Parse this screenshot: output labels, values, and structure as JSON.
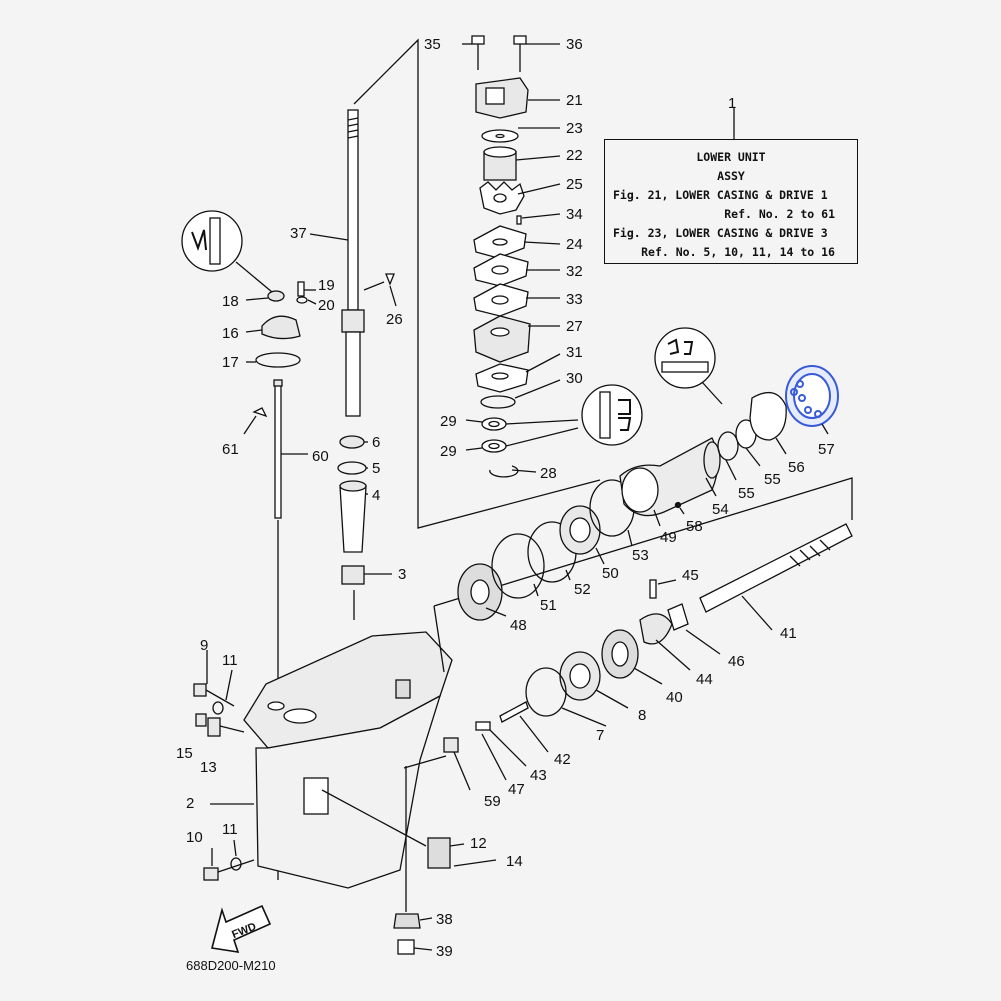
{
  "title_box": {
    "ref": "1",
    "line1": "LOWER UNIT",
    "line2": "ASSY",
    "line3": "Fig. 21, LOWER CASING & DRIVE 1",
    "line4": "Ref. No. 2 to 61",
    "line5": "Fig. 23, LOWER CASING & DRIVE 3",
    "line6": "Ref. No. 5, 10, 11, 14 to 16"
  },
  "part_code": "688D200-M210",
  "fwd_label": "FWD",
  "highlight_color": "#3a5bd9",
  "callouts": {
    "c2": "2",
    "c3": "3",
    "c4": "4",
    "c5": "5",
    "c6": "6",
    "c7": "7",
    "c8": "8",
    "c9": "9",
    "c10": "10",
    "c11a": "11",
    "c11b": "11",
    "c12": "12",
    "c13": "13",
    "c14": "14",
    "c15": "15",
    "c16": "16",
    "c17": "17",
    "c18": "18",
    "c19": "19",
    "c20": "20",
    "c21": "21",
    "c22": "22",
    "c23": "23",
    "c24": "24",
    "c25": "25",
    "c26": "26",
    "c27": "27",
    "c28": "28",
    "c29a": "29",
    "c29b": "29",
    "c30": "30",
    "c31": "31",
    "c32": "32",
    "c33": "33",
    "c34": "34",
    "c35": "35",
    "c36": "36",
    "c37": "37",
    "c38": "38",
    "c39": "39",
    "c40": "40",
    "c41": "41",
    "c42": "42",
    "c43": "43",
    "c44": "44",
    "c45": "45",
    "c46": "46",
    "c47": "47",
    "c48": "48",
    "c49": "49",
    "c50": "50",
    "c51": "51",
    "c52": "52",
    "c53": "53",
    "c54": "54",
    "c55a": "55",
    "c55b": "55",
    "c56": "56",
    "c57": "57",
    "c58": "58",
    "c59": "59",
    "c60": "60",
    "c61": "61"
  }
}
